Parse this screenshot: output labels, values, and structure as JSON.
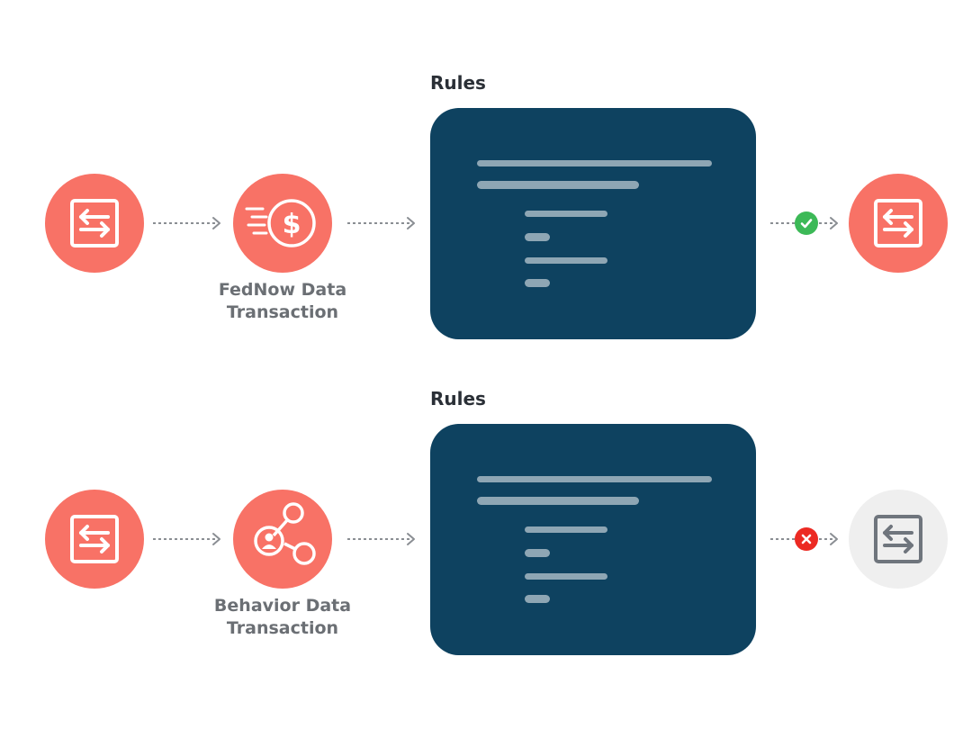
{
  "flows": [
    {
      "transaction_type": {
        "label_line_1": "FedNow Data",
        "label_line_2": "Transaction",
        "icon": "dollar-coin-icon"
      },
      "rules": {
        "title": "Rules"
      },
      "outcome": {
        "status": "approved",
        "status_icon": "check-icon",
        "result_icon": "transfer-arrows-icon"
      }
    },
    {
      "transaction_type": {
        "label_line_1": "Behavior Data",
        "label_line_2": "Transaction",
        "icon": "user-network-icon"
      },
      "rules": {
        "title": "Rules"
      },
      "outcome": {
        "status": "rejected",
        "status_icon": "x-icon",
        "result_icon": "transfer-arrows-icon"
      }
    }
  ],
  "colors": {
    "node_active": "#f87266",
    "node_inactive": "#efefef",
    "rules_panel": "#0e4260",
    "rules_line": "#8ea6b4",
    "approved": "#3cb957",
    "rejected": "#ec2a23",
    "label_text": "#6b6f74",
    "title_text": "#2a2f36",
    "connector": "#8a8e93"
  }
}
